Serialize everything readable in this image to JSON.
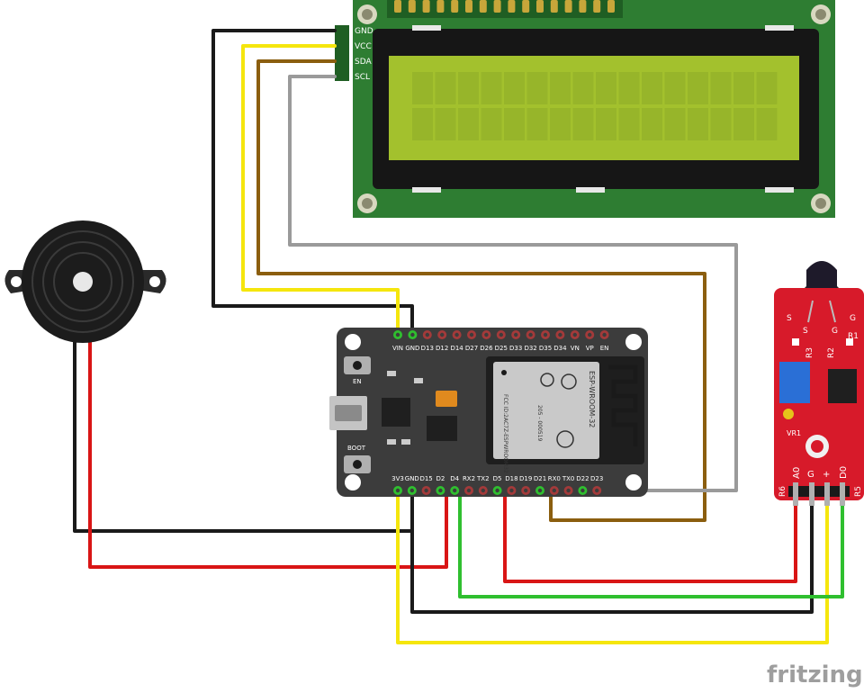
{
  "lcd": {
    "pin_labels": [
      "GND",
      "VCC",
      "SDA",
      "SCL"
    ]
  },
  "esp32": {
    "top_pins": [
      "VIN",
      "GND",
      "D13",
      "D12",
      "D14",
      "D27",
      "D26",
      "D25",
      "D33",
      "D32",
      "D35",
      "D34",
      "VN",
      "VP",
      "EN"
    ],
    "bottom_pins": [
      "3V3",
      "GND",
      "D15",
      "D2",
      "D4",
      "RX2",
      "TX2",
      "D5",
      "D18",
      "D19",
      "D21",
      "RX0",
      "TX0",
      "D22",
      "D23"
    ],
    "en_label": "EN",
    "boot_label": "BOOT",
    "module_label": "ESP-WROOM-32",
    "module_id": "FCC ID:2AC7Z-ESPWROOM32",
    "module_code": "205 - 000519"
  },
  "flame_sensor": {
    "top_labels": [
      "S",
      "S",
      "G",
      "G"
    ],
    "resistor_labels": [
      "R3",
      "R2",
      "R1"
    ],
    "pot_label": "VR1",
    "bottom_labels": [
      "A0",
      "G",
      "+",
      "D0"
    ],
    "side_labels": [
      "R6",
      "R5"
    ]
  },
  "watermark": "fritzing",
  "colors": {
    "wire_black": "#1a1a1a",
    "wire_yellow": "#f5e60d",
    "wire_brown": "#8b5e0f",
    "wire_gray": "#9a9a9a",
    "wire_red": "#d91515",
    "wire_green": "#2fbf2f",
    "lcd_pcb": "#2e7d32",
    "lcd_screen": "#a3c12d",
    "esp_board": "#3c3c3c",
    "sensor_pcb": "#d71a2a"
  }
}
